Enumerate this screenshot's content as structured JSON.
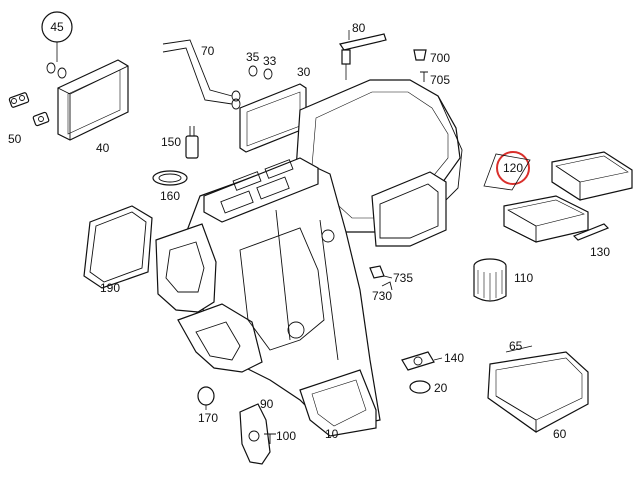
{
  "colors": {
    "line": "#111111",
    "highlight": "#d9302c",
    "background": "#ffffff"
  },
  "labels": {
    "p10": "10",
    "p20": "20",
    "p30": "30",
    "p33": "33",
    "p35": "35",
    "p40": "40",
    "p45": "45",
    "p50": "50",
    "p60": "60",
    "p65": "65",
    "p70": "70",
    "p80": "80",
    "p90": "90",
    "p100": "100",
    "p110": "110",
    "p120": "120",
    "p130": "130",
    "p140": "140",
    "p150": "150",
    "p160": "160",
    "p170": "170",
    "p190": "190",
    "p700": "700",
    "p705": "705",
    "p730": "730",
    "p735": "735"
  }
}
